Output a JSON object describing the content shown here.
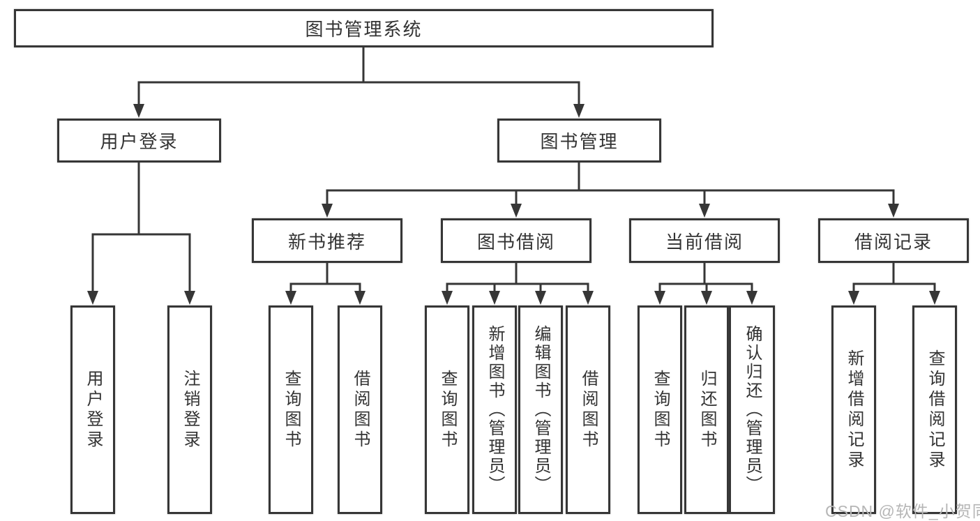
{
  "diagram": {
    "root": {
      "label": "图书管理系统"
    },
    "groups": [
      {
        "label": "用户登录"
      },
      {
        "label": "图书管理"
      },
      {
        "label": "新书推荐"
      },
      {
        "label": "图书借阅"
      },
      {
        "label": "当前借阅"
      },
      {
        "label": "借阅记录"
      }
    ],
    "leaves": [
      {
        "label": "用户登录",
        "parent": "用户登录"
      },
      {
        "label": "注销登录",
        "parent": "用户登录"
      },
      {
        "label": "查询图书",
        "parent": "新书推荐"
      },
      {
        "label": "借阅图书",
        "parent": "新书推荐"
      },
      {
        "label": "查询图书",
        "parent": "图书借阅"
      },
      {
        "label": "新增图书（管理员）",
        "parent": "图书借阅"
      },
      {
        "label": "编辑图书（管理员）",
        "parent": "图书借阅"
      },
      {
        "label": "借阅图书",
        "parent": "图书借阅"
      },
      {
        "label": "查询图书",
        "parent": "当前借阅"
      },
      {
        "label": "归还图书",
        "parent": "当前借阅"
      },
      {
        "label": "确认归还（管理员）",
        "parent": "当前借阅"
      },
      {
        "label": "新增借阅记录",
        "parent": "借阅记录"
      },
      {
        "label": "查询借阅记录",
        "parent": "借阅记录"
      }
    ],
    "watermark": {
      "text": "CSDN @软件_小贺同学"
    },
    "colors": {
      "line": "#363636",
      "text": "#333333",
      "background": "#ffffff",
      "watermark": "#b6b6b6"
    }
  }
}
